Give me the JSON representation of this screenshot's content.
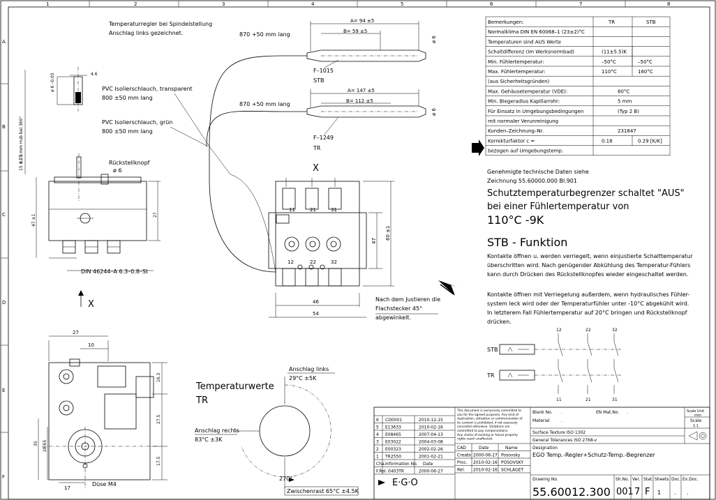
{
  "frame": {
    "columns": [
      "1",
      "2",
      "3",
      "4",
      "5",
      "6",
      "7",
      "8"
    ],
    "rows": [
      "A",
      "B",
      "C",
      "D",
      "E",
      "F"
    ]
  },
  "notes": {
    "temp_regler": [
      "Temperaturregler bei Spindelstellung",
      "Anschlag links gezeichnet."
    ],
    "pvc_transparent": [
      "PVC Isolierschlauch, transparent",
      "800 ±50 mm lang"
    ],
    "pvc_green": [
      "PVC Isolierschlauch, grün",
      "800 ±50 mm lang"
    ],
    "cap1": "870 +50 mm lang",
    "cap2": "870 +50 mm lang",
    "ruckstell": [
      "Rückstellknopf",
      "ø 6"
    ],
    "din": "DIN 46244–A 6.3–0.8–St",
    "view_x": "X",
    "view_x2": "X",
    "nach": [
      "Nach dem Justieren die",
      "Flachstecker 45°",
      "abgewinkelt."
    ],
    "duese": "Düse M4",
    "tempwerte": [
      "Temperaturwerte",
      "TR"
    ]
  },
  "dims": {
    "a94": "A= 94 ±5",
    "b59": "B= 59 ±5",
    "a147": "A= 147 ±5",
    "b112": "B= 112 ±5",
    "f1015": "F–1015",
    "stb": "STB",
    "f1249": "F–1249",
    "tr": "TR",
    "phi6a": "ø 6",
    "phi6b": "ø 6",
    "d46": "46",
    "d54": "54",
    "d47": "47",
    "d60": "60 ±1",
    "d27a": "27",
    "d27b": "27",
    "d10": "10",
    "d17": "17",
    "d16": "16.3",
    "d275": "27.5",
    "d175": "17.5",
    "d35": "35",
    "d2865": "28.65",
    "d47b": "47 ±1",
    "d46s": "4.6",
    "phi6c": "ø 6 –0.05",
    "hub": "0.75 mm Hub bei 360°",
    "d15": "15 ±1.5"
  },
  "terminals": [
    "11",
    "21",
    "31",
    "12",
    "22",
    "32"
  ],
  "dial": {
    "anschlag_links": [
      "Anschlag links",
      "29°C ±5K"
    ],
    "anschlag_rechts": [
      "Anschlag rechts",
      "83°C ±3K"
    ],
    "angle": "270°",
    "zwischen": "Zwischenrast 65°C ±4.5K"
  },
  "spec_table": {
    "headers": [
      "Bemerkungen:",
      "TR",
      "STB"
    ],
    "rows": [
      [
        "Normalklima DIN EN 60068–1 (23±2)°C",
        "",
        ""
      ],
      [
        "Temperaturen sind AUS Werte",
        "",
        ""
      ],
      [
        "Schaltdifferenz (im Werksnormbad)",
        "(11±5.5)K",
        ""
      ],
      [
        "Min. Fühlertemperatur:",
        "–50°C",
        "–50°C"
      ],
      [
        "Max. Fühlertemperatur:",
        "110°C",
        "160°C"
      ],
      [
        "(aus Sicherheitsgründen)",
        "",
        ""
      ],
      [
        "Max. Gehäusetemperatur (VDE):",
        "80°C",
        ""
      ],
      [
        "Min. Biegeradius Kapillarrohr:",
        "5 mm",
        ""
      ],
      [
        "Für Einsatz in Umgebungsbedingungen",
        "(Typ 2 B)",
        ""
      ],
      [
        "mit normaler Verunreinigung",
        "",
        ""
      ],
      [
        "Kunden–Zeichnung–Nr.",
        "231847",
        ""
      ],
      [
        "Korrekturfaktor c =",
        "0.18",
        "0.29 [K/K]"
      ],
      [
        "bezogen auf Umgebungstemp.",
        "",
        ""
      ]
    ]
  },
  "func": {
    "genehmigt": [
      "Genehmigte technische Daten siehe",
      "Zeichnung 55.60000.000 Bl.901"
    ],
    "schutz": [
      "Schutztemperaturbegrenzer schaltet \"AUS\"",
      "bei einer Fühlertemperatur von",
      "110°C -9K"
    ],
    "stb_title": "STB - Funktion",
    "para1": [
      "Kontakte öffnen u. werden verriegelt, wenn einjustierte Schalttemperatur",
      "überschritten wird. Nach genügender Abkühlung des Temperatur-Fühlers",
      "kann durch Drücken des Rückstellknopfes wieder eingeschaltet werden."
    ],
    "para2": [
      "Kontakte öffnen mit Verriegelung außerdem, wenn hydraulisches Fühler-",
      "system leck wird oder der Temperaturfühler unter -10°C abgekühlt wird.",
      "In letzterem Fall Fühlertemperatur auf 20°C bringen und Rückstellknopf",
      "drücken."
    ],
    "circ_top": [
      "12",
      "22",
      "32"
    ],
    "circ_bot": [
      "11",
      "21",
      "31"
    ],
    "stb": "STB",
    "tr": "TR"
  },
  "revisions": [
    [
      "6",
      "CD0001",
      "2010-12-15"
    ],
    [
      "5",
      "E13633",
      "2010-02-16"
    ],
    [
      "4",
      "E08465",
      "2007-04-13"
    ],
    [
      "3",
      "E03022",
      "2004-03-08"
    ],
    [
      "2",
      "E00323",
      "2002-02-26"
    ],
    [
      "1",
      "TR2550",
      "2001-02-21"
    ]
  ],
  "rev_header": [
    "Cha.",
    "Information No.",
    "Date"
  ],
  "fael": [
    "F.Rel.",
    "0403TR",
    "2000-06-27"
  ],
  "legal": [
    "This document is exclusively committed to",
    "you for the agreed purposes. Any kind of",
    "duplication, utilization or communication of",
    "its content is prohibited, if not expressly",
    "conceded otherwise. Violations are",
    "committed to pay compensations.",
    "Any claims of existing or future property",
    "rights reach unaffected."
  ],
  "signoff": {
    "head": [
      "CAD",
      "Date",
      "Name"
    ],
    "rows": [
      [
        "Create",
        "2000-06-27",
        "Posovsky"
      ],
      [
        "Proc.",
        "2010-02-16",
        "POSOVSKY"
      ],
      [
        "Rel.",
        "2010-02-16",
        "SCHLAGET"
      ]
    ]
  },
  "title_block": {
    "blank_label": "Blank No.",
    "blank_val": ".",
    "en_label": "EN Mat.No.",
    "en_val": ".",
    "material_label": "Material",
    "material_val": ".",
    "scale_unit_label": "Scale Unit",
    "scale_unit_val": "mm",
    "scale_label": "Scale",
    "scale_val": "1:1",
    "surface": "Surface Texture ISO 1302",
    "tolerance": "General Tolerances   ISO 2768-v",
    "designation_label": "Designation",
    "designation": "EGO Temp.-Regler+Schutz-Temp.-Begrenzer",
    "drawing_label": "Drawing No.",
    "drawing_no": "55.60012.300",
    "shno_label": "Sh.No.",
    "shno": "001",
    "ver_label": "Ver.",
    "ver": "7",
    "stat_label": "Stat.",
    "stat": "F",
    "sheets_label": "Sheets",
    "sheets": "1",
    "doc_label": "Doc.",
    "doc": ".",
    "exdoc_label": "Ex.Doc.",
    "exdoc": ".",
    "company": "E·G·O"
  }
}
